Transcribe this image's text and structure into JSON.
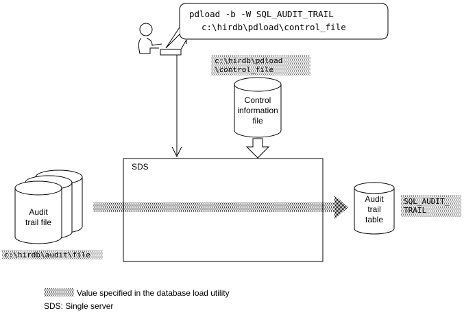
{
  "command": {
    "line1": "pdload -b -W SQL_AUDIT_TRAIL",
    "line2": "c:\\hirdb\\pdload\\control_file"
  },
  "control_path": {
    "line1": "c:\\hirdb\\pdload",
    "line2": "\\control_file"
  },
  "control_file": {
    "line1": "Control",
    "line2": "information",
    "line3": "file"
  },
  "server_box": {
    "label": "SDS"
  },
  "audit_file": {
    "line1": "Audit",
    "line2": "trail file",
    "path": "c:\\hirdb\\audit\\file"
  },
  "audit_table": {
    "line1": "Audit",
    "line2": "trail",
    "line3": "table",
    "name_line1": "SQL_AUDIT_",
    "name_line2": "TRAIL"
  },
  "legend": {
    "dotted_text": "Value specified in the database load utility",
    "sds_text": "SDS: Single server"
  },
  "colors": {
    "line": "#000000",
    "dots": "#000000",
    "background": "#ffffff"
  }
}
